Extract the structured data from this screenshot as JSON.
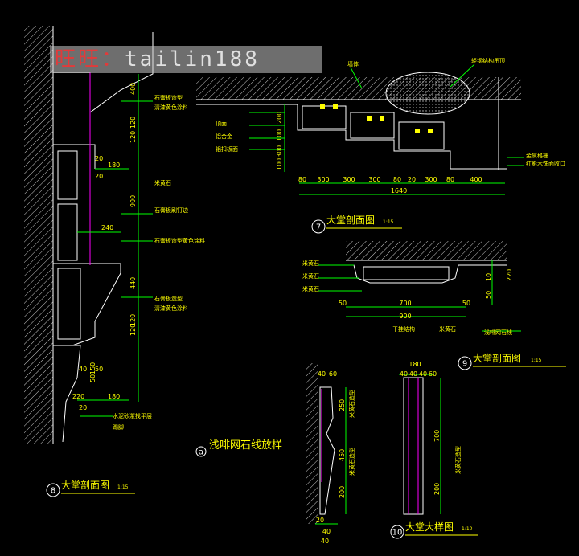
{
  "watermark": {
    "shop": "旺旺：",
    "id": "tailin188"
  },
  "colors": {
    "bg": "#000000",
    "line": "#ffffff",
    "dim": "#00ff00",
    "text": "#ffff00",
    "accent": "#ff00ff",
    "hatch": "#c8c8c8"
  },
  "left_section": {
    "notes": [
      "石膏板造型",
      "清漆黄色涂料",
      "米黄石",
      "石膏板刷钉边",
      "石膏板造型黄色涂料",
      "石膏板造型",
      "清漆黄色涂料",
      "水泥砂浆找平层",
      "踢脚"
    ],
    "dims_v": [
      "400",
      "120",
      "120",
      "900",
      "440",
      "120",
      "120",
      "150",
      "50"
    ],
    "dims_h": [
      "20",
      "180",
      "240",
      "20",
      "40",
      "50",
      "220",
      "20",
      "180"
    ],
    "title": "大堂剖面图",
    "scale": "1:15",
    "number": "8"
  },
  "section7": {
    "notes_top": [
      "墙体",
      "轻钢结构吊顶"
    ],
    "notes_left": [
      "顶面",
      "铝合金",
      "铝扣板面"
    ],
    "notes_right": [
      "金属格栅",
      "红影木饰面收口"
    ],
    "dims_v": [
      "200",
      "100",
      "300",
      "100"
    ],
    "dims_h": [
      "80",
      "300",
      "300",
      "300",
      "80",
      "20",
      "300",
      "80",
      "400"
    ],
    "total": "1640",
    "title": "大堂剖面图",
    "scale": "1:15",
    "number": "7"
  },
  "section9": {
    "notes_left": [
      "米黄石",
      "米黄石",
      "米黄石"
    ],
    "notes_bottom": [
      "干挂结构",
      "米黄石",
      "浅啡网石线"
    ],
    "dims_h": [
      "50",
      "700",
      "50",
      "900"
    ],
    "dims_v": [
      "10",
      "50",
      "220"
    ],
    "title": "大堂剖面图",
    "scale": "1:15",
    "number": "9"
  },
  "detail_a": {
    "label": "a",
    "title": "浅啡网石线放样"
  },
  "section10": {
    "dims_top_left": [
      "40",
      "60"
    ],
    "dims_top_right": [
      "180",
      "40",
      "40",
      "40",
      "60"
    ],
    "dims_v_left": [
      "250",
      "450",
      "200"
    ],
    "dims_v_right": [
      "700",
      "200"
    ],
    "dims_bottom": [
      "20",
      "40",
      "40"
    ],
    "notes": [
      "米黄石造型",
      "米黄石造型",
      "米黄石造型"
    ],
    "title": "大堂大样图",
    "scale": "1:10",
    "number": "10"
  }
}
